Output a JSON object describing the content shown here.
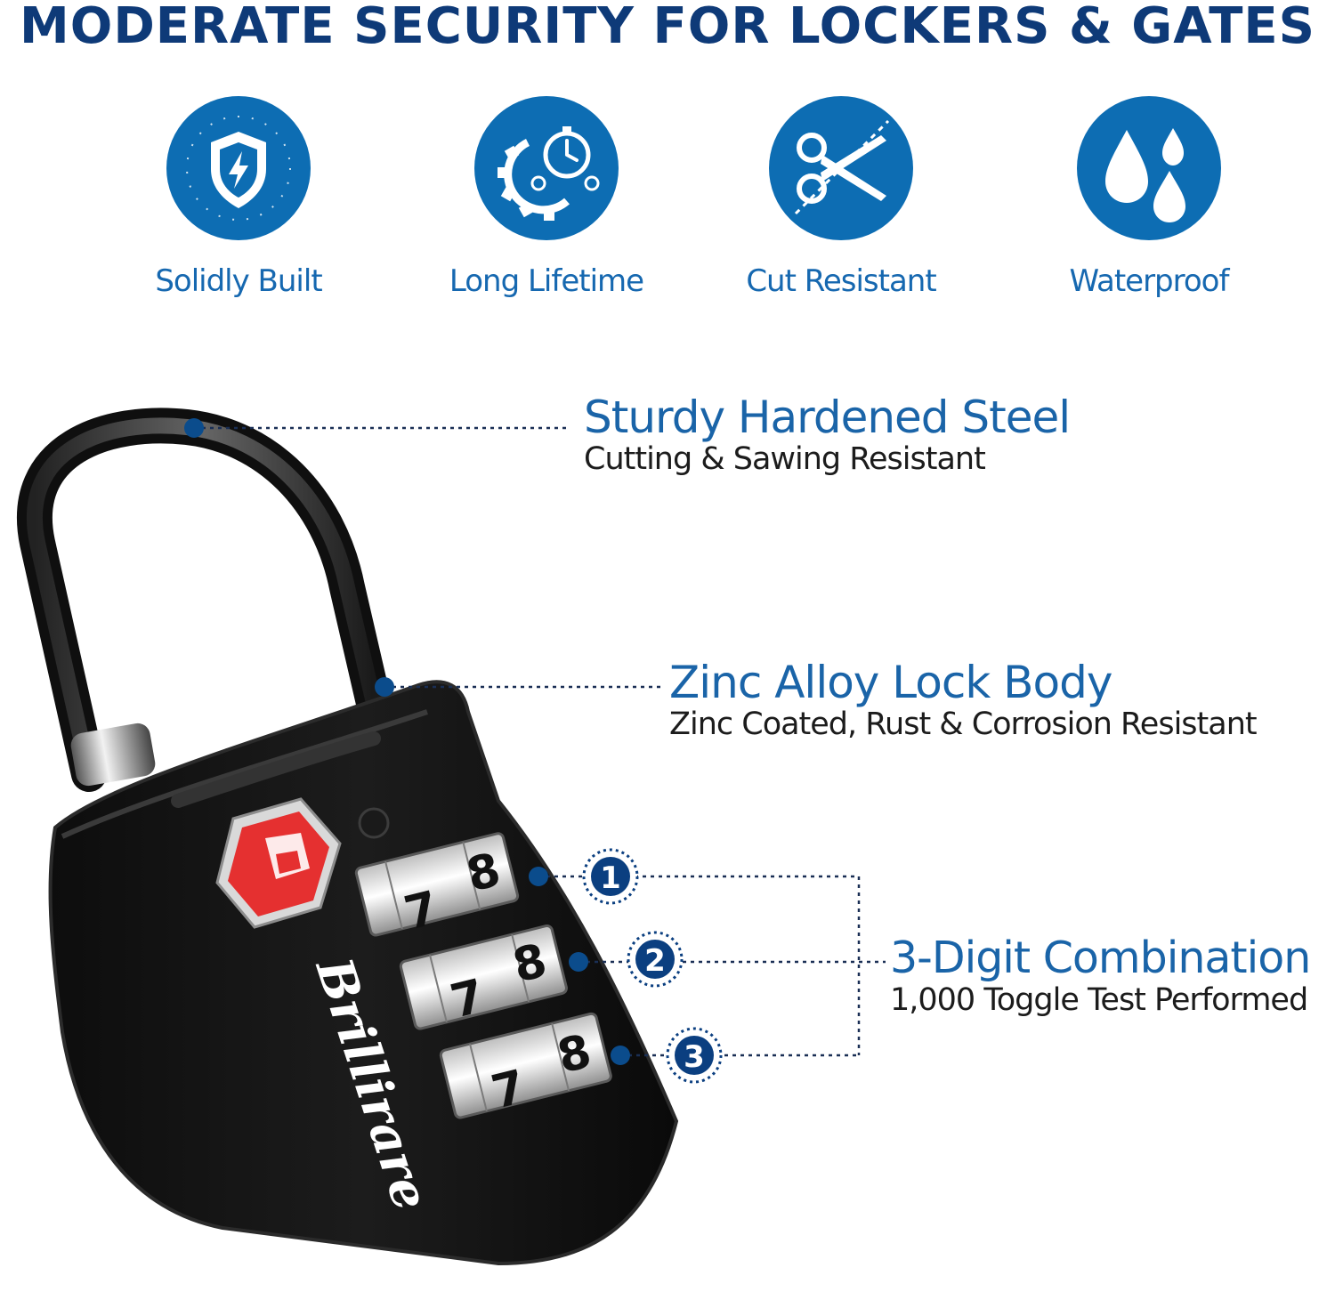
{
  "headline": "MODERATE  SECURITY FOR LOCKERS & GATES",
  "features": [
    {
      "label": "Solidly Built",
      "icon": "shield-bolt-icon"
    },
    {
      "label": "Long Lifetime",
      "icon": "gear-stopwatch-icon"
    },
    {
      "label": "Cut Resistant",
      "icon": "scissors-icon"
    },
    {
      "label": "Waterproof",
      "icon": "water-drops-icon"
    }
  ],
  "callouts": [
    {
      "title": "Sturdy Hardened Steel",
      "subtitle": "Cutting & Sawing Resistant"
    },
    {
      "title": "Zinc Alloy Lock Body",
      "subtitle": "Zinc Coated, Rust & Corrosion Resistant"
    },
    {
      "title": "3-Digit Combination",
      "subtitle": "1,000 Toggle Test Performed"
    }
  ],
  "lock": {
    "brand": "Brillirare",
    "dials": [
      {
        "marker": "1",
        "digits": [
          "7",
          "8"
        ]
      },
      {
        "marker": "2",
        "digits": [
          "7",
          "8"
        ]
      },
      {
        "marker": "3",
        "digits": [
          "7",
          "8"
        ]
      }
    ]
  },
  "colors": {
    "headline": "#0e3a78",
    "icon_circle": "#0d6db3",
    "accent": "#1a64a8",
    "lock_body": "#141414",
    "tsa_red": "#e53030"
  }
}
